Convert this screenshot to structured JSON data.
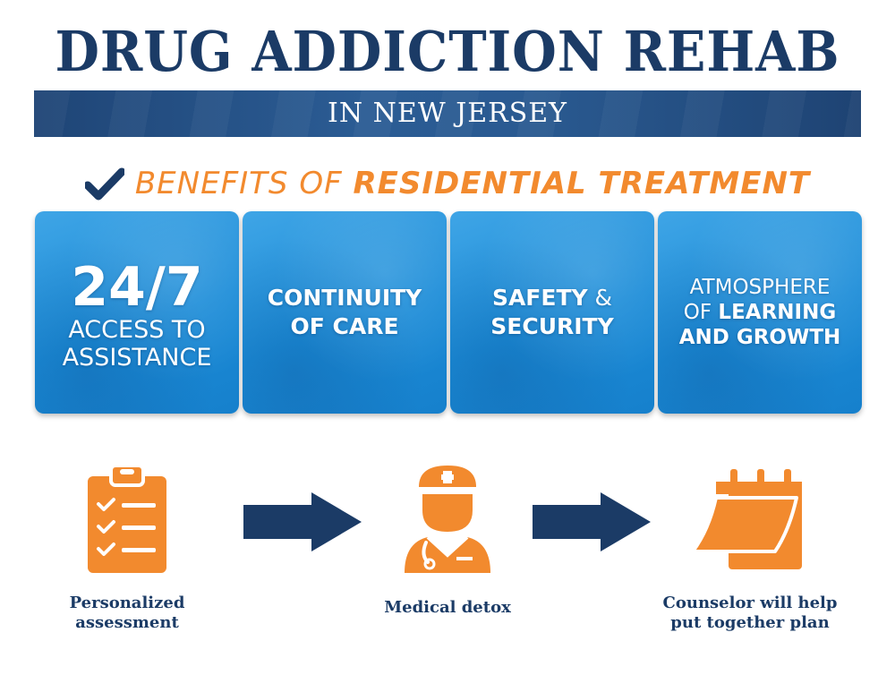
{
  "header": {
    "title": "DRUG ADDICTION REHAB",
    "subtitle": "IN NEW JERSEY"
  },
  "benefits": {
    "heading_regular": "BENEFITS OF ",
    "heading_bold": "RESIDENTIAL TREATMENT",
    "check_icon": "check-icon",
    "cards": [
      {
        "big": "24/7",
        "line1": "ACCESS TO",
        "line2": "ASSISTANCE"
      },
      {
        "line1": "CONTINUITY",
        "line2": "OF CARE"
      },
      {
        "line1_bold": "SAFETY",
        "line1_regular": " &",
        "line2": "SECURITY"
      },
      {
        "line1": "ATMOSPHERE",
        "line2_regular": "OF ",
        "line2_bold": "LEARNING",
        "line3": "AND GROWTH"
      }
    ]
  },
  "steps": [
    {
      "icon": "clipboard-icon",
      "label_line1": "Personalized",
      "label_line2": "assessment"
    },
    {
      "icon": "doctor-icon",
      "label_line1": "Medical detox"
    },
    {
      "icon": "calendar-icon",
      "label_line1": "Counselor will help",
      "label_line2": "put together plan"
    }
  ],
  "colors": {
    "navy": "#1b3b66",
    "orange": "#f28a2e",
    "card_blue": "#1b8cd8"
  }
}
